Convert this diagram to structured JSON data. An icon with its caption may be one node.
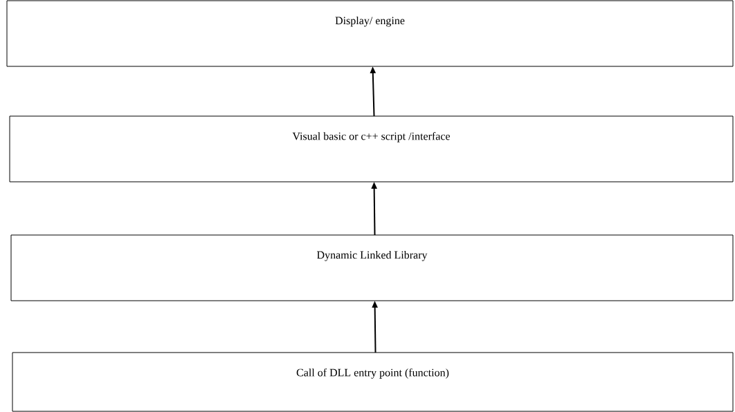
{
  "diagram": {
    "nodes": [
      {
        "text": [
          "Display/ engine"
        ]
      },
      {
        "text": [
          "Visual basic or c++ script /interface"
        ]
      },
      {
        "text": [
          "Dynamic Linked Library"
        ]
      },
      {
        "text": [
          "Call of DLL entry point (function)"
        ]
      }
    ],
    "edges": [
      {
        "from": 3,
        "to": 2,
        "arrow": "to"
      },
      {
        "from": 2,
        "to": 1,
        "arrow": "to"
      },
      {
        "from": 1,
        "to": 0,
        "arrow": "to"
      }
    ]
  }
}
